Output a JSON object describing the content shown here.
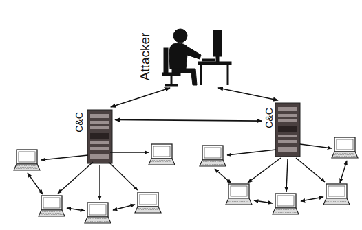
{
  "diagram": {
    "nodes": [
      {
        "text": [
          "Attacker"
        ]
      },
      {
        "text": [
          "C&C"
        ]
      },
      {
        "text": [
          "C&C"
        ]
      }
    ],
    "edges": [
      {
        "from": 0,
        "to": 1,
        "arrow": "both"
      },
      {
        "from": 0,
        "to": 2,
        "arrow": "both"
      },
      {
        "from": 1,
        "to": 2,
        "arrow": "both"
      }
    ]
  }
}
